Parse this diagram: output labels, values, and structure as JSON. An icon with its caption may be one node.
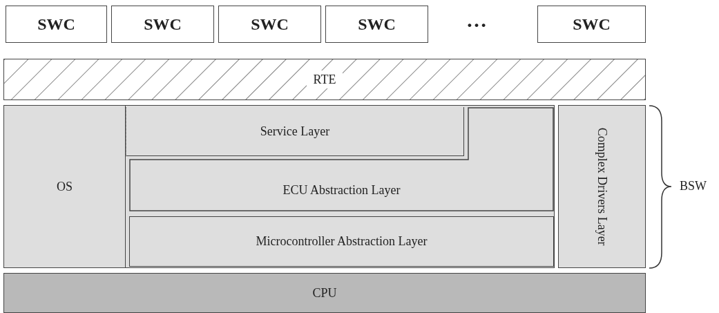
{
  "diagram": {
    "nodes": [
      {
        "text": [
          "SWC"
        ]
      },
      {
        "text": [
          "SWC"
        ]
      },
      {
        "text": [
          "SWC"
        ]
      },
      {
        "text": [
          "SWC"
        ]
      },
      {
        "text": [
          "SWC"
        ]
      },
      {
        "text": [
          "RTE"
        ]
      },
      {
        "text": [
          "OS"
        ]
      },
      {
        "text": [
          "Service Layer"
        ]
      },
      {
        "text": [
          "ECU Abstraction Layer"
        ]
      },
      {
        "text": [
          "Microcontroller Abstraction Layer"
        ]
      },
      {
        "text": [
          "Complex Drivers Layer"
        ]
      },
      {
        "text": [
          "CPU"
        ]
      }
    ],
    "labels": [
      "…",
      "BSW"
    ]
  }
}
